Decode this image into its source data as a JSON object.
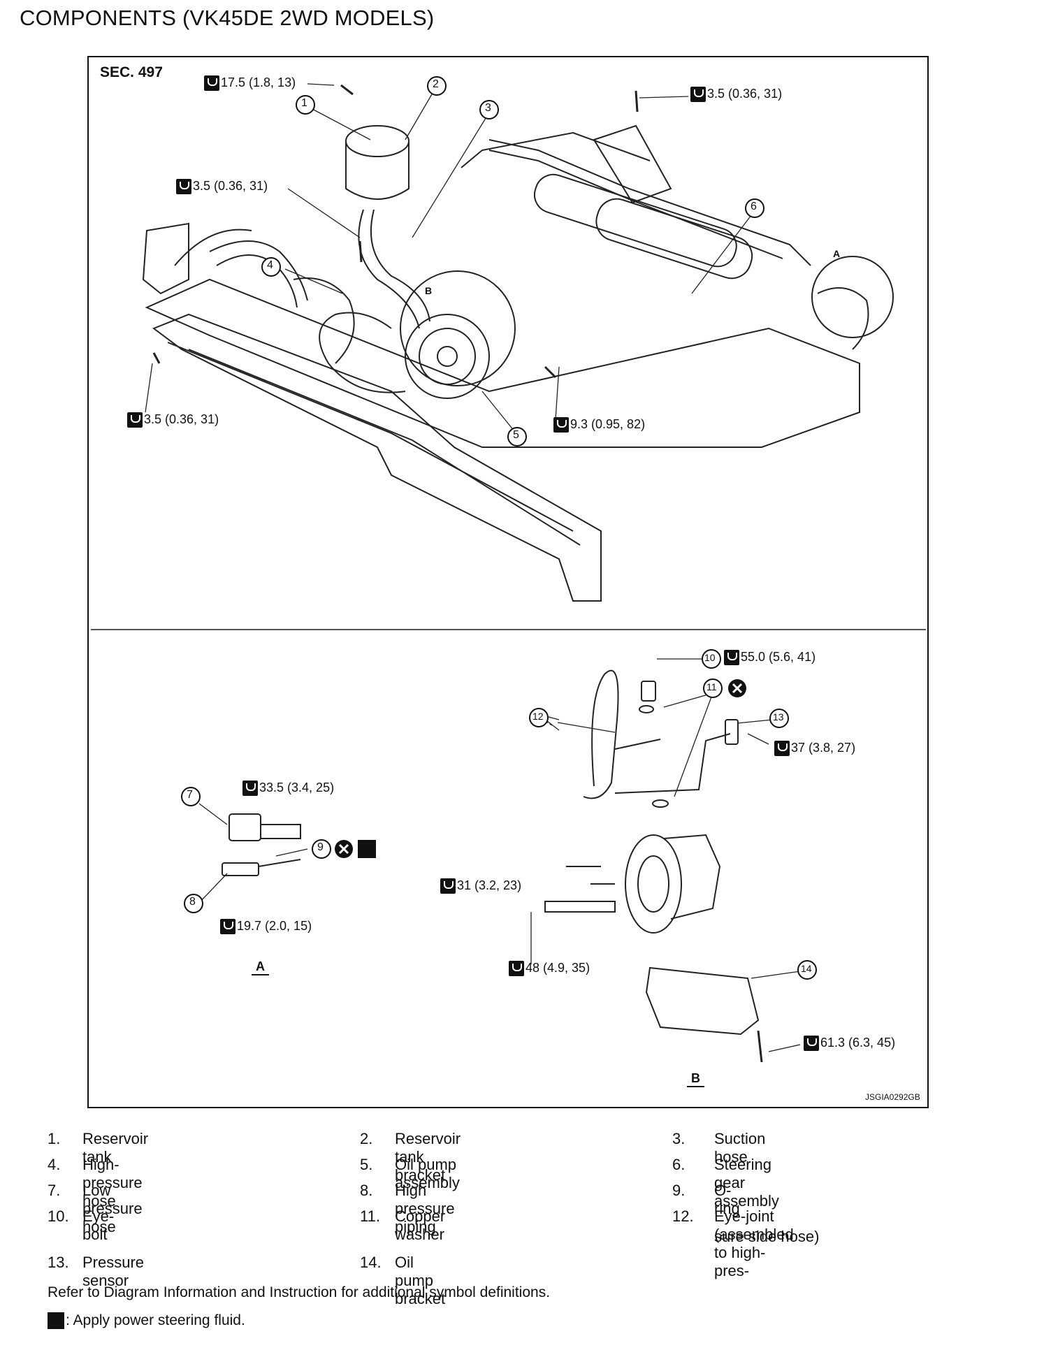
{
  "title": "COMPONENTS (VK45DE 2WD MODELS)",
  "section": "SEC. 497",
  "image_code": "JSGIA0292GB",
  "view_labels": {
    "a": "A",
    "b": "B"
  },
  "torque": {
    "t1": "17.5 (1.8, 13)",
    "t2": "3.5 (0.36, 31)",
    "t3": "3.5 (0.36, 31)",
    "t4": "3.5 (0.36, 31)",
    "t5": "9.3 (0.95, 82)",
    "t6": "55.0 (5.6, 41)",
    "t7": "37 (3.8, 27)",
    "t8": "33.5 (3.4, 25)",
    "t9": "19.7 (2.0, 15)",
    "t10": "31 (3.2, 23)",
    "t11": "48 (4.9, 35)",
    "t12": "61.3 (6.3, 45)"
  },
  "callouts": [
    "1",
    "2",
    "3",
    "4",
    "5",
    "6",
    "7",
    "8",
    "9",
    "10",
    "11",
    "12",
    "13",
    "14"
  ],
  "legend": [
    {
      "num": "1.",
      "text": "Reservoir tank"
    },
    {
      "num": "2.",
      "text": "Reservoir tank bracket"
    },
    {
      "num": "3.",
      "text": "Suction hose"
    },
    {
      "num": "4.",
      "text": "High-pressure hose"
    },
    {
      "num": "5.",
      "text": "Oil pump assembly"
    },
    {
      "num": "6.",
      "text": "Steering gear assembly"
    },
    {
      "num": "7.",
      "text": "Low pressure hose"
    },
    {
      "num": "8.",
      "text": "High pressure piping"
    },
    {
      "num": "9.",
      "text": "O-ring"
    },
    {
      "num": "10.",
      "text": "Eye-bolt"
    },
    {
      "num": "11.",
      "text": "Copper washer"
    },
    {
      "num": "12.",
      "text": "Eye-joint (assembled to high-pres-"
    },
    {
      "num": "13.",
      "text": "Pressure sensor"
    },
    {
      "num": "14.",
      "text": "Oil pump bracket"
    }
  ],
  "legend_12_line2": "sure side hose)",
  "notes": {
    "refer": "Refer to Diagram Information and Instruction for additional symbol definitions.",
    "apply": ": Apply power steering fluid."
  }
}
